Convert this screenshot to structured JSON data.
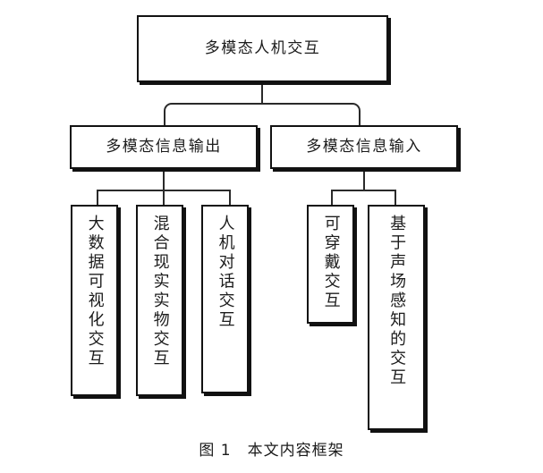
{
  "figure": {
    "caption_number": "图 1",
    "caption_text": "本文内容框架",
    "colors": {
      "box_border": "#121212",
      "box_fill": "#ffffff",
      "shadow": "#111111",
      "connector": "#2a2a2a",
      "text": "#1c1c1c",
      "background": "#ffffff"
    }
  },
  "tree": {
    "root": {
      "label": "多模态人机交互"
    },
    "level2": [
      {
        "label": "多模态信息输出"
      },
      {
        "label": "多模态信息输入"
      }
    ],
    "leaves_output": [
      {
        "label": "大数据可视化交互"
      },
      {
        "label": "混合现实实物交互"
      },
      {
        "label": "人机对话交互"
      }
    ],
    "leaves_input": [
      {
        "label": "可穿戴交互"
      },
      {
        "label": "基于声场感知的交互"
      }
    ]
  }
}
